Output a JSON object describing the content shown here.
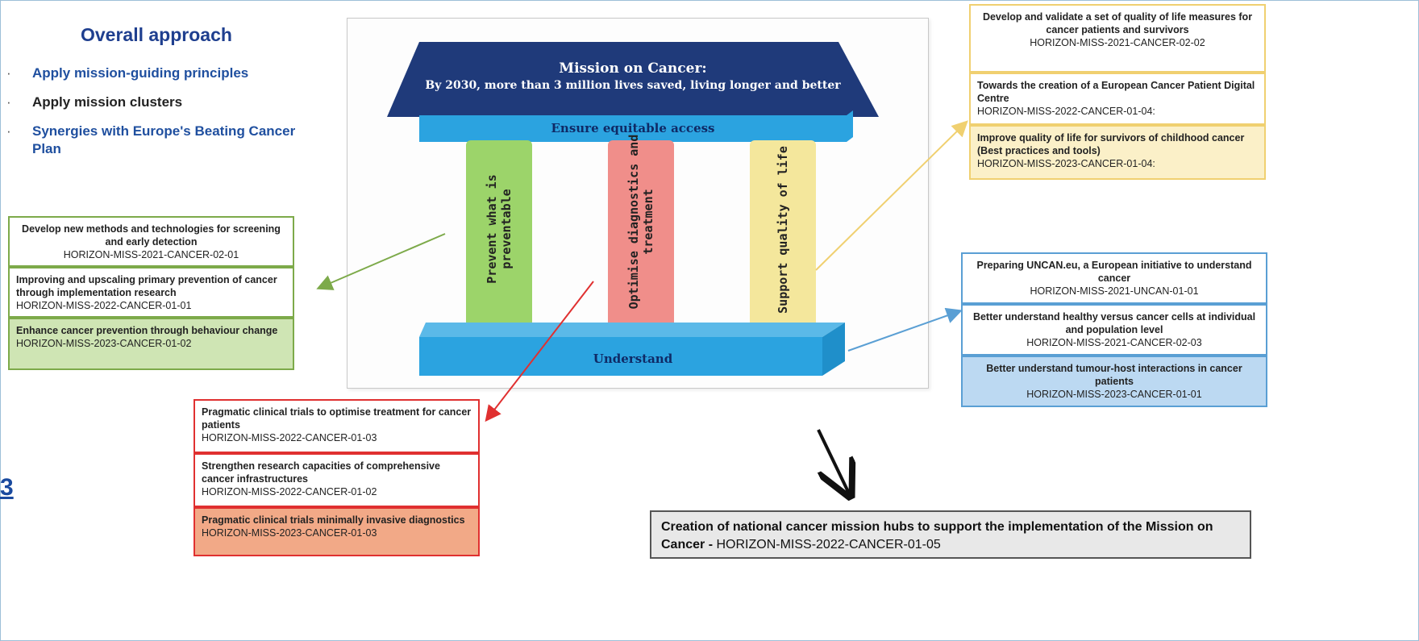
{
  "overall": {
    "title": "Overall approach",
    "bullets": [
      "Apply mission-guiding principles",
      "Apply mission clusters",
      "Synergies with Europe's Beating Cancer Plan"
    ]
  },
  "temple": {
    "roof_title": "Mission on Cancer:",
    "roof_subtitle": "By 2030, more than 3 million lives saved, living longer and better",
    "beam": "Ensure equitable access",
    "pillars": [
      "Prevent what is preventable",
      "Optimise diagnostics and treatment",
      "Support quality of life"
    ],
    "base": "Understand"
  },
  "green_boxes": [
    {
      "title": "Develop new methods and technologies for screening and early detection",
      "code": "HORIZON-MISS-2021-CANCER-02-01"
    },
    {
      "title": "Improving and upscaling primary prevention of cancer through implementation research",
      "code": "HORIZON-MISS-2022-CANCER-01-01"
    },
    {
      "title": "Enhance cancer prevention through behaviour change",
      "code": "HORIZON-MISS-2023-CANCER-01-02"
    }
  ],
  "yellow_boxes": [
    {
      "title": "Develop and validate a set of quality of life measures for cancer patients and survivors",
      "code": "HORIZON-MISS-2021-CANCER-02-02"
    },
    {
      "title": "Towards the creation of a European Cancer Patient Digital Centre",
      "code": "HORIZON-MISS-2022-CANCER-01-04:"
    },
    {
      "title": "Improve quality of life for survivors of childhood cancer (Best practices and tools)",
      "code": "HORIZON-MISS-2023-CANCER-01-04:"
    }
  ],
  "blue_boxes": [
    {
      "title": "Preparing UNCAN.eu, a European initiative to understand cancer",
      "code": "HORIZON-MISS-2021-UNCAN-01-01"
    },
    {
      "title": "Better understand healthy versus cancer cells at individual and population level",
      "code": "HORIZON-MISS-2021-CANCER-02-03"
    },
    {
      "title": "Better understand tumour-host interactions in cancer patients",
      "code": "HORIZON-MISS-2023-CANCER-01-01"
    }
  ],
  "red_boxes": [
    {
      "title": "Pragmatic clinical trials to optimise treatment for cancer patients",
      "code": "HORIZON-MISS-2022-CANCER-01-03"
    },
    {
      "title": "Strengthen research capacities of comprehensive cancer infrastructures",
      "code": "HORIZON-MISS-2022-CANCER-01-02"
    },
    {
      "title": "Pragmatic clinical trials minimally invasive diagnostics",
      "code": "HORIZON-MISS-2023-CANCER-01-03"
    }
  ],
  "final": {
    "text_before": "Creation of national cancer mission hubs to support the implementation of the Mission on Cancer",
    "text_sep": " - ",
    "code": "HORIZON-MISS-2022-CANCER-01-05"
  },
  "side_fragment": "3",
  "colors": {
    "roof": "#1f3a7a",
    "beam": "#2ba3e0",
    "base": "#2ba3e0",
    "pillar_green": "#9cd46a",
    "pillar_red": "#f08e8a",
    "pillar_yellow": "#f4e79c",
    "green_border": "#7daa4a",
    "green_fill": "#cfe5b4",
    "yellow_border": "#f0d070",
    "yellow_fill": "#fbf0c8",
    "blue_border": "#5a9fd4",
    "blue_fill": "#bcd9f2",
    "red_border": "#e03030",
    "red_fill": "#f2a987",
    "title_blue": "#1f3f8f"
  }
}
